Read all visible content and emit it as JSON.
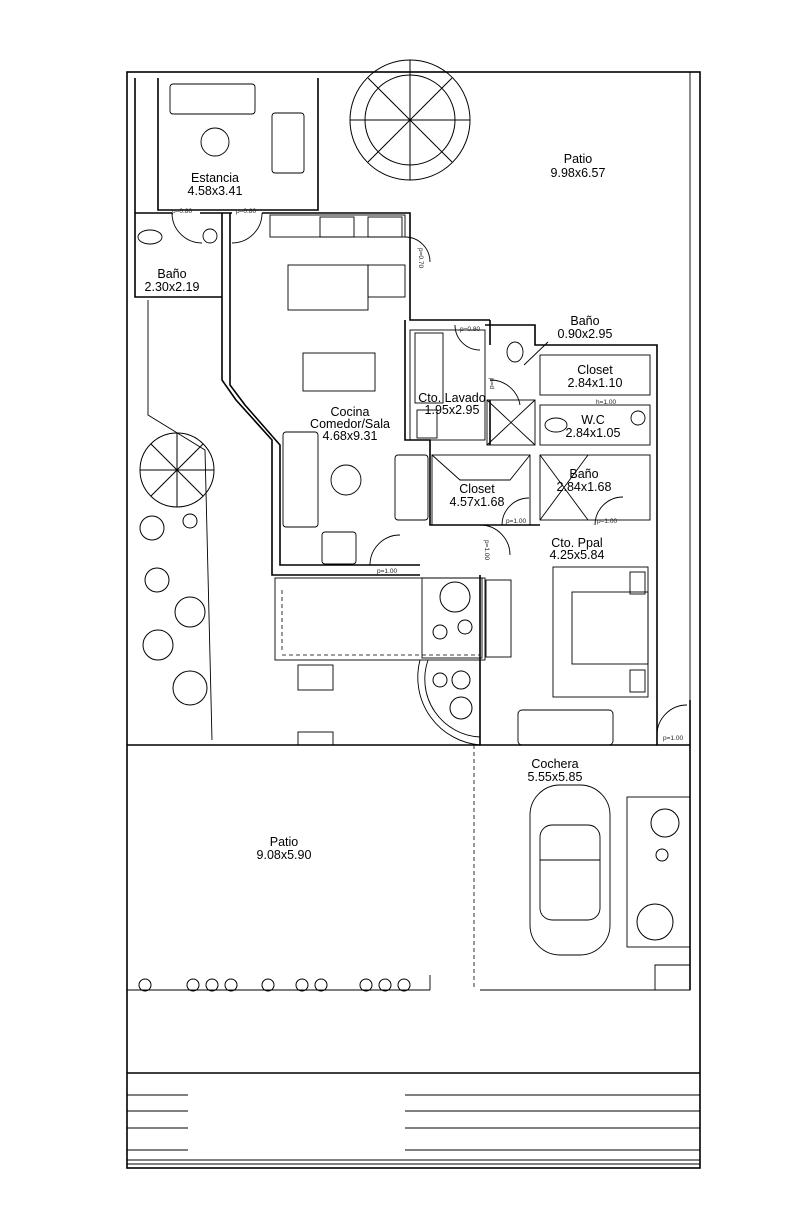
{
  "rooms": {
    "estancia": {
      "name": "Estancia",
      "size": "4.58x3.41"
    },
    "patio_top": {
      "name": "Patio",
      "size": "9.98x6.57"
    },
    "bano_left": {
      "name": "Baño",
      "size": "2.30x2.19"
    },
    "cocina": {
      "name": "Cocina",
      "name2": "Comedor/Sala",
      "size": "4.68x9.31"
    },
    "lavado": {
      "name": "Cto. Lavado",
      "size": "1.95x2.95"
    },
    "bano_small": {
      "name": "Baño",
      "size": "0.90x2.95"
    },
    "closet_top": {
      "name": "Closet",
      "size": "2.84x1.10"
    },
    "wc": {
      "name": "W.C",
      "size": "2.84x1.05"
    },
    "bano_ppal": {
      "name": "Baño",
      "size": "2.84x1.68"
    },
    "closet_big": {
      "name": "Closet",
      "size": "4.57x1.68"
    },
    "cto_ppal": {
      "name": "Cto. Ppal",
      "size": "4.25x5.84"
    },
    "cochera": {
      "name": "Cochera",
      "size": "5.55x5.85"
    },
    "patio_bottom": {
      "name": "Patio",
      "size": "9.08x5.90"
    }
  },
  "doors": {
    "d1": "p=0.80",
    "d2": "p=0.80",
    "d3": "p=0.80",
    "d4": "p=0.70",
    "d5": "p=d",
    "d6": "p=1.00",
    "d7": "p=1.00",
    "d8": "p=1.00",
    "d9": "p=1.00",
    "d10": "p=1.00",
    "h1": "h=1.00"
  }
}
